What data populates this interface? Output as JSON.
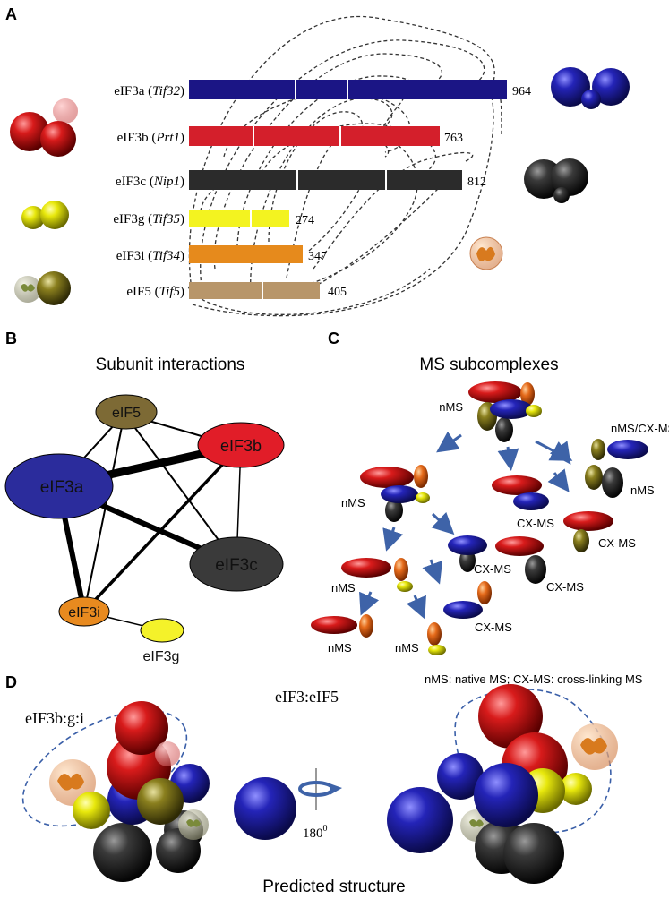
{
  "panel_a": {
    "letter": "A",
    "rows": [
      {
        "name": "eIF3a",
        "gene": "Tif32",
        "length": "964",
        "color": "#1b1585"
      },
      {
        "name": "eIF3b",
        "gene": "Prt1",
        "length": "763",
        "color": "#d41f2b"
      },
      {
        "name": "eIF3c",
        "gene": "Nip1",
        "length": "812",
        "color": "#2b2b2b"
      },
      {
        "name": "eIF3g",
        "gene": "Tif35",
        "length": "274",
        "color": "#f3f320"
      },
      {
        "name": "eIF3i",
        "gene": "Tif34",
        "length": "347",
        "color": "#e68a1c"
      },
      {
        "name": "eIF5",
        "gene": "Tif5",
        "length": "405",
        "color": "#b8966a"
      }
    ]
  },
  "panel_b": {
    "letter": "B",
    "title": "Subunit interactions",
    "nodes": {
      "eIF5": "eIF5",
      "eIF3b": "eIF3b",
      "eIF3a": "eIF3a",
      "eIF3c": "eIF3c",
      "eIF3i": "eIF3i",
      "eIF3g": "eIF3g"
    }
  },
  "panel_c": {
    "letter": "C",
    "title": "MS subcomplexes",
    "labels": {
      "top": "nMS",
      "top_right": "nMS/CX-MS",
      "r2": "nMS",
      "mid_left": "nMS",
      "mid_center": "CX-MS",
      "mid_right": "CX-MS",
      "low_left": "nMS",
      "low_cx1": "CX-MS",
      "low_cx2": "CX-MS",
      "bottom_cx": "CX-MS",
      "bottom_left": "nMS",
      "bottom_mid": "nMS"
    },
    "legend": "nMS: native MS;  CX-MS: cross-linking MS"
  },
  "panel_d": {
    "letter": "D",
    "left_label": "eIF3b:g:i",
    "center_label": "eIF3:eIF5",
    "rotation": "180",
    "rotation_sup": "0",
    "footer": "Predicted structure"
  }
}
